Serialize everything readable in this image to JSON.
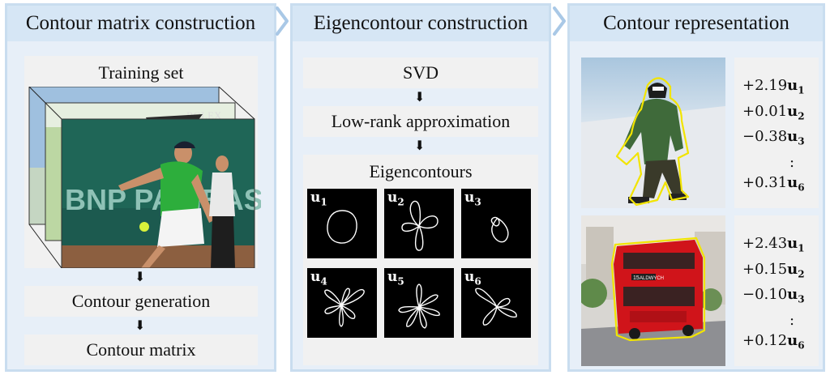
{
  "colors": {
    "panel_border": "#c9ddef",
    "panel_header": "#d6e6f5",
    "panel_bg": "#e7eff8",
    "box_bg": "#f1f1f1",
    "contour_yellow": "#f2e400",
    "chevron": "#a9c8e6"
  },
  "panels": {
    "left": {
      "title": "Contour matrix construction",
      "training_label": "Training set",
      "step_generation": "Contour generation",
      "step_matrix": "Contour matrix",
      "photo_text_brand": "BNP PARIBAS",
      "photo_text_rolex": "ROLEX"
    },
    "middle": {
      "title": "Eigencontour construction",
      "step_svd": "SVD",
      "step_lowrank": "Low-rank approximation",
      "eigen_label": "Eigencontours",
      "eigen_items": [
        {
          "base": "u",
          "sub": "1"
        },
        {
          "base": "u",
          "sub": "2"
        },
        {
          "base": "u",
          "sub": "3"
        },
        {
          "base": "u",
          "sub": "4"
        },
        {
          "base": "u",
          "sub": "5"
        },
        {
          "base": "u",
          "sub": "6"
        }
      ]
    },
    "right": {
      "title": "Contour representation",
      "examples": [
        {
          "subject": "snowboarder",
          "coefficients": [
            {
              "value": "+2.19",
              "base": "u",
              "sub": "1"
            },
            {
              "value": "+0.01",
              "base": "u",
              "sub": "2"
            },
            {
              "value": "−0.38",
              "base": "u",
              "sub": "3"
            },
            {
              "value": ":",
              "base": "",
              "sub": ""
            },
            {
              "value": "+0.31",
              "base": "u",
              "sub": "6"
            }
          ]
        },
        {
          "subject": "double-decker bus",
          "coefficients": [
            {
              "value": "+2.43",
              "base": "u",
              "sub": "1"
            },
            {
              "value": "+0.15",
              "base": "u",
              "sub": "2"
            },
            {
              "value": "−0.10",
              "base": "u",
              "sub": "3"
            },
            {
              "value": ":",
              "base": "",
              "sub": ""
            },
            {
              "value": "+0.12",
              "base": "u",
              "sub": "6"
            }
          ]
        }
      ],
      "bus_route": "15",
      "bus_sign": "ALDWYCH"
    }
  }
}
